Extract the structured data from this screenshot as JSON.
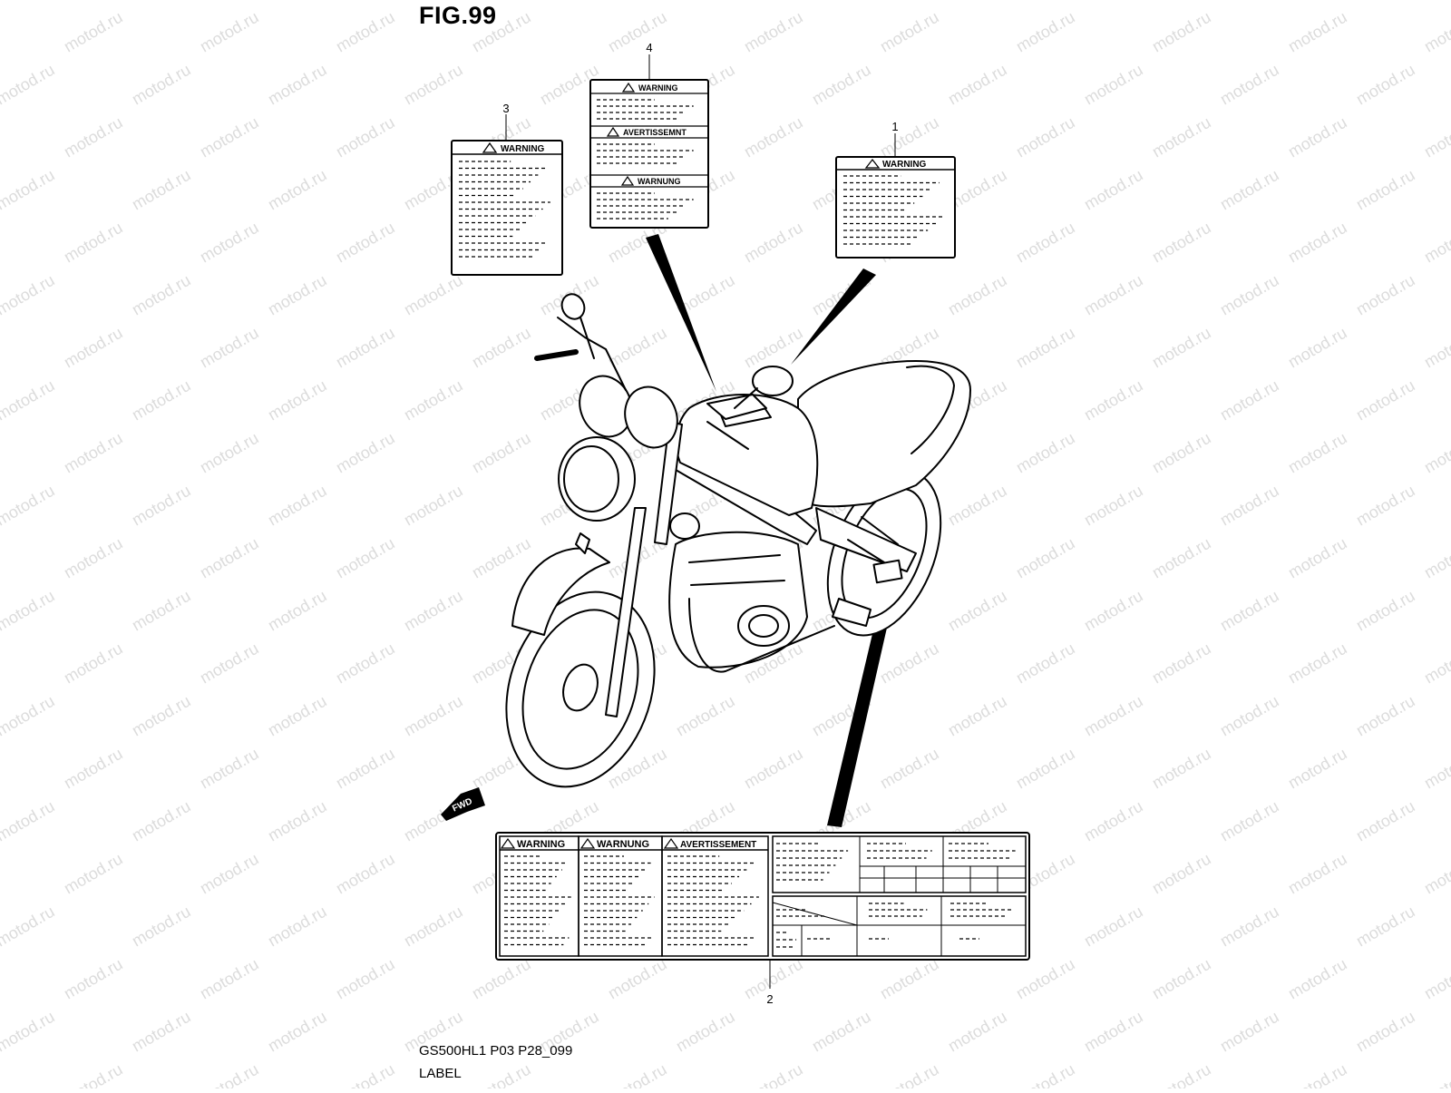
{
  "figure": {
    "title": "FIG.99",
    "code": "GS500HL1 P03 P28_099",
    "name": "LABEL"
  },
  "callouts": {
    "label_1": "1",
    "label_2": "2",
    "label_3": "3",
    "label_4": "4"
  },
  "labels": {
    "warning": "WARNING",
    "avertissement_short": "AVERTISSEMNT",
    "warnung": "WARNUNG",
    "avertissement": "AVERTISSEMENT"
  },
  "direction": {
    "fwd": "FWD"
  },
  "watermark": {
    "text": "motod.ru"
  }
}
